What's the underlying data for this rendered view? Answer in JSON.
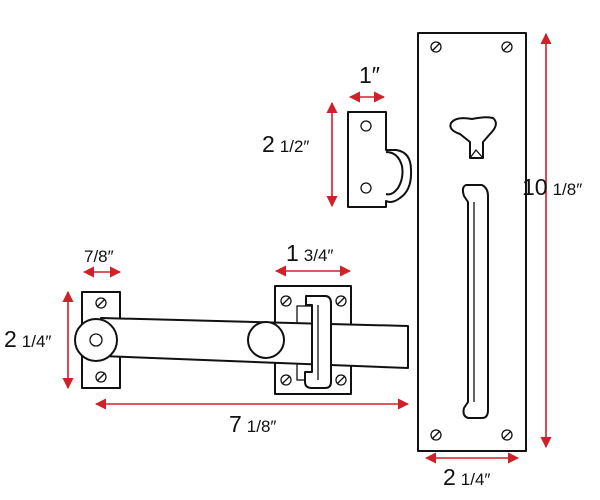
{
  "colors": {
    "dimension_line": "#d0202a",
    "outline": "#111111",
    "background": "#ffffff"
  },
  "dimensions": {
    "keeper_width": {
      "whole": "1″",
      "fraction": ""
    },
    "keeper_height": {
      "whole": "2",
      "fraction": "1/2″"
    },
    "plate_height": {
      "whole": "10",
      "fraction": "1/8″"
    },
    "plate_width": {
      "whole": "2",
      "fraction": "1/4″"
    },
    "pivot_width": {
      "whole": "",
      "fraction": "7/8″"
    },
    "pivot_height": {
      "whole": "2",
      "fraction": "1/4″"
    },
    "guide_width": {
      "whole": "1",
      "fraction": "3/4″"
    },
    "bar_length": {
      "whole": "7",
      "fraction": "1/8″"
    }
  }
}
